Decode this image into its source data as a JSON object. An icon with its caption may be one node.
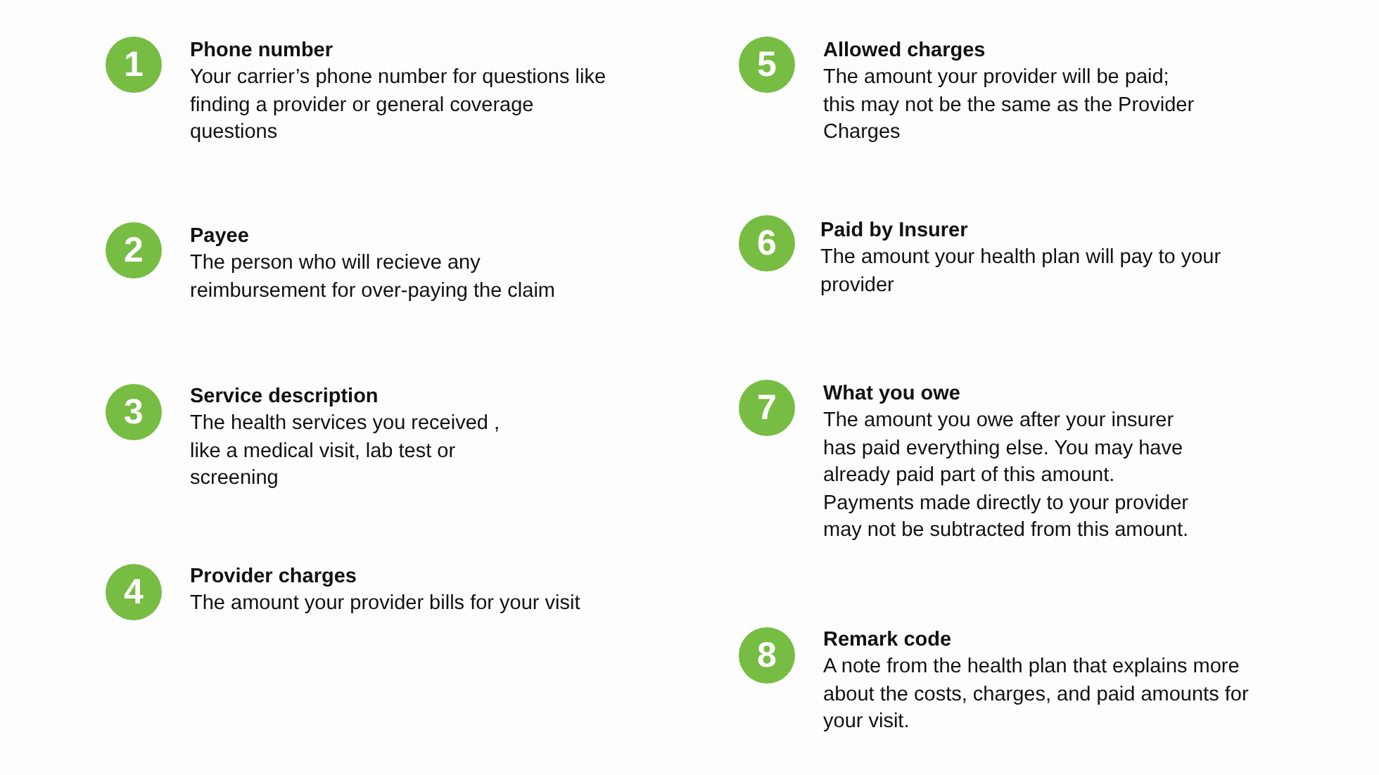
{
  "diagram": {
    "nodes": [
      {
        "text": [
          "1"
        ],
        "beside": [
          "Phone number",
          "Your carrier’s phone number for questions like finding a provider or general coverage questions"
        ]
      },
      {
        "text": [
          "2"
        ],
        "beside": [
          "Payee",
          "The person who will recieve any reimbursement for over-paying the claim"
        ]
      },
      {
        "text": [
          "3"
        ],
        "beside": [
          "Service description",
          "The health services you received , like a medical visit, lab test or screening"
        ]
      },
      {
        "text": [
          "4"
        ],
        "beside": [
          "Provider charges",
          "The amount your provider bills for your visit"
        ]
      },
      {
        "text": [
          "5"
        ],
        "beside": [
          "Allowed charges",
          "The amount your provider will be paid; this may not be the same as the Provider Charges"
        ]
      },
      {
        "text": [
          "6"
        ],
        "beside": [
          "Paid by Insurer",
          "The amount your health plan will pay to your provider"
        ]
      },
      {
        "text": [
          "7"
        ],
        "beside": [
          "What you owe",
          "The amount you owe after your insurer has paid everything else. You may have already paid part of this amount. Payments made directly to your provider may not be subtracted from this amount."
        ]
      },
      {
        "text": [
          "8"
        ],
        "beside": [
          "Remark code",
          "A note from the health plan that explains more about the costs, charges, and paid amounts for your visit."
        ]
      }
    ]
  }
}
